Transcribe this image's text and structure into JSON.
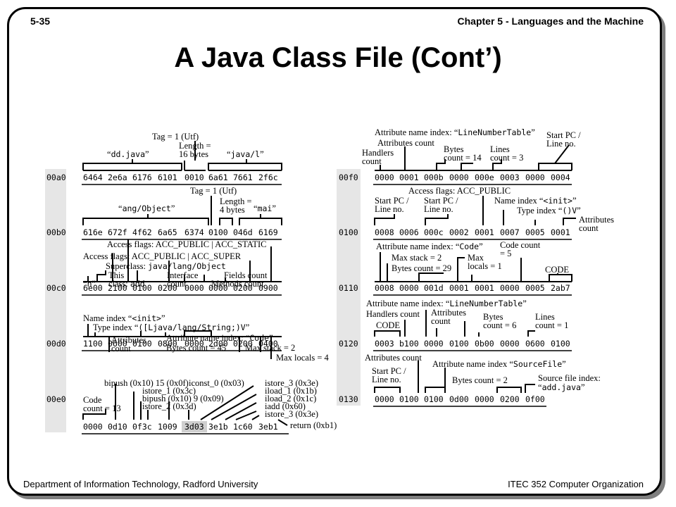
{
  "header": {
    "slide_number": "5-35",
    "chapter": "Chapter 5 - Languages and the Machine"
  },
  "title": "A Java Class File (Cont’)",
  "footer": {
    "left": "Department of Information Technology, Radford University",
    "right": "ITEC  352 Computer Organization"
  },
  "left_panel": {
    "rows": [
      {
        "addr": "00a0",
        "words": [
          "6464",
          "2e6a",
          "6176",
          "6101",
          "0010",
          "6a61",
          "7661",
          "2f6c"
        ]
      },
      {
        "addr": "00b0",
        "words": [
          "616e",
          "672f",
          "4f62",
          "6a65",
          "6374",
          "0100",
          "046d",
          "6169"
        ]
      },
      {
        "addr": "00c0",
        "words": [
          "6e00",
          "2100",
          "0100",
          "0200",
          "0000",
          "0000",
          "0200",
          "0900"
        ]
      },
      {
        "addr": "00d0",
        "words": [
          "1100",
          "0600",
          "0100",
          "0800",
          "0000",
          "2d00",
          "0200",
          "0400"
        ]
      },
      {
        "addr": "00e0",
        "words": [
          "0000",
          "0d10",
          "0f3c",
          "1009",
          "3d03",
          "3e1b",
          "1c60",
          "3eb1"
        ]
      }
    ],
    "annotations": {
      "a0": [
        "Tag = 1 (Utf)",
        "Length =",
        "16 bytes",
        "“",
        "dd.java",
        "”",
        "“",
        "java/l",
        "”"
      ],
      "b0": [
        "Tag = 1 (Utf)",
        "Length =",
        "4 bytes",
        "“",
        "ang/Object",
        "”",
        "“",
        "mai",
        "”"
      ],
      "c0": [
        "Access flags: ACC_PUBLIC | ACC_STATIC",
        "Access flags: ACC_PUBLIC | ACC_SUPER",
        "Superclass: ",
        "java/lang/Object",
        "This",
        "class: ",
        "add",
        "“",
        "n",
        "”",
        "Interface",
        "count",
        "Fields count",
        "Methods count"
      ],
      "d0": [
        "Name index “",
        "<init>",
        "”",
        "Type index “",
        "([Ljava/lang/String;)V",
        "”",
        "Attributes",
        "count",
        "Attribute name index: “",
        "Code",
        "”",
        "Bytes count = 45",
        "Max stack = 2",
        "Max locals = 4"
      ],
      "e0": [
        "bipush (0x10) 15 (0x0f)",
        "istore_1 (0x3c)",
        "bipush (0x10) 9 (0x09)",
        "istore_2 (0x3d)",
        "iconst_0 (0x03)",
        "istore_3 (0x3e)",
        "iload_1 (0x1b)",
        "iload_2 (0x1c)",
        "iadd (0x60)",
        "istore_3 (0x3e)",
        "return (0xb1)",
        "Code",
        "count = 13"
      ]
    }
  },
  "right_panel": {
    "rows": [
      {
        "addr": "00f0",
        "words": [
          "0000",
          "0001",
          "000b",
          "0000",
          "000e",
          "0003",
          "0000",
          "0004"
        ]
      },
      {
        "addr": "0100",
        "words": [
          "0008",
          "0006",
          "000c",
          "0002",
          "0001",
          "0007",
          "0005",
          "0001"
        ]
      },
      {
        "addr": "0110",
        "words": [
          "0008",
          "0000",
          "001d",
          "0001",
          "0001",
          "0000",
          "0005",
          "2ab7"
        ]
      },
      {
        "addr": "0120",
        "words": [
          "0003",
          "b100",
          "0000",
          "0100",
          "0b00",
          "0000",
          "0600",
          "0100"
        ]
      },
      {
        "addr": "0130",
        "words": [
          "0000",
          "0100",
          "0100",
          "0d00",
          "0000",
          "0200",
          "0f00",
          ""
        ]
      }
    ],
    "annotations": {
      "f0": [
        "Attribute name index: “",
        "LineNumberTable",
        "”",
        "Attributes count",
        "Handlers",
        "count",
        "Bytes",
        "count = 14",
        "Lines",
        "count = 3",
        "Start PC /",
        "Line no."
      ],
      "r100": [
        "Access flags: ACC_PUBLIC",
        "Start PC /",
        "Line no.",
        "Start PC /",
        "Line no.",
        "Name index “",
        "<init>",
        "”",
        "Type index “",
        "()V",
        "”",
        "Attributes",
        "count"
      ],
      "r110": [
        "Attribute name index: “",
        "Code",
        "”",
        "Max stack = 2",
        "Bytes count = 29",
        "Max",
        "locals = 1",
        "Code count",
        "= 5",
        "CODE"
      ],
      "r120": [
        "Attribute name index: “",
        "LineNumberTable",
        "”",
        "Handlers count",
        "Attributes",
        "count",
        "CODE",
        "Bytes",
        "count = 6",
        "Lines",
        "count = 1"
      ],
      "r130": [
        "Attributes count",
        "Attribute name index “",
        "SourceFile",
        "”",
        "Start PC /",
        "Line no.",
        "Bytes count = 2",
        "Source file index:",
        "“",
        "add.java",
        "”"
      ]
    }
  }
}
